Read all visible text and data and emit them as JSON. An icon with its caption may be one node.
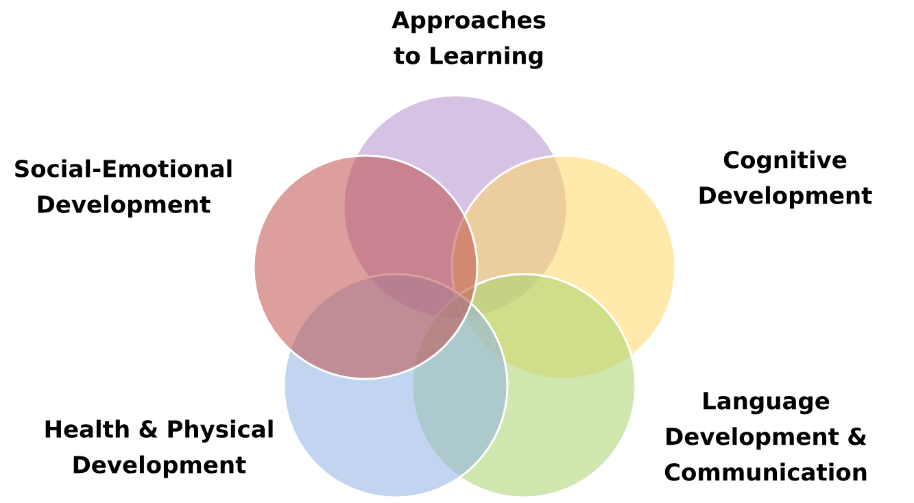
{
  "diagram": {
    "nodes": [
      {
        "text": [
          "Approaches to Learning"
        ]
      },
      {
        "text": [
          "Social-Emotional Development"
        ]
      },
      {
        "text": [
          "Cognitive Development"
        ]
      },
      {
        "text": [
          "Health & Physical Development"
        ]
      },
      {
        "text": [
          "Language Development & Communication"
        ]
      }
    ]
  }
}
